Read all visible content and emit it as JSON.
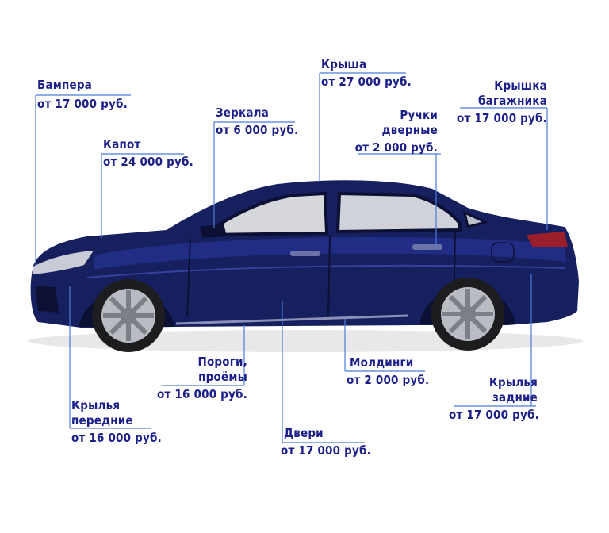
{
  "colors": {
    "label": "#1b1f8a",
    "leader": "#4a7bd8",
    "car_body": "#17205e",
    "car_dark": "#0b1034"
  },
  "labels": {
    "bumper": {
      "title": "Бампера",
      "price": "от 17 000 руб."
    },
    "hood": {
      "title": "Капот",
      "price": "от 24 000 руб."
    },
    "mirrors": {
      "title": "Зеркала",
      "price": "от 6 000 руб."
    },
    "roof": {
      "title": "Крыша",
      "price": "от 27 000 руб."
    },
    "handles": {
      "title1": "Ручки",
      "title2": "дверные",
      "price": "от 2 000 руб."
    },
    "trunk": {
      "title1": "Крышка",
      "title2": "багажника",
      "price": "от 17 000 руб."
    },
    "front_fenders": {
      "title1": "Крылья",
      "title2": "передние",
      "price": "от 16 000 руб."
    },
    "sills": {
      "title1": "Пороги,",
      "title2": "проёмы",
      "price": "от 16 000 руб."
    },
    "doors": {
      "title": "Двери",
      "price": "от 17 000 руб."
    },
    "moldings": {
      "title": "Молдинги",
      "price": "от 2 000 руб."
    },
    "rear_fenders": {
      "title1": "Крылья",
      "title2": "задние",
      "price": "от 17 000 руб."
    }
  }
}
